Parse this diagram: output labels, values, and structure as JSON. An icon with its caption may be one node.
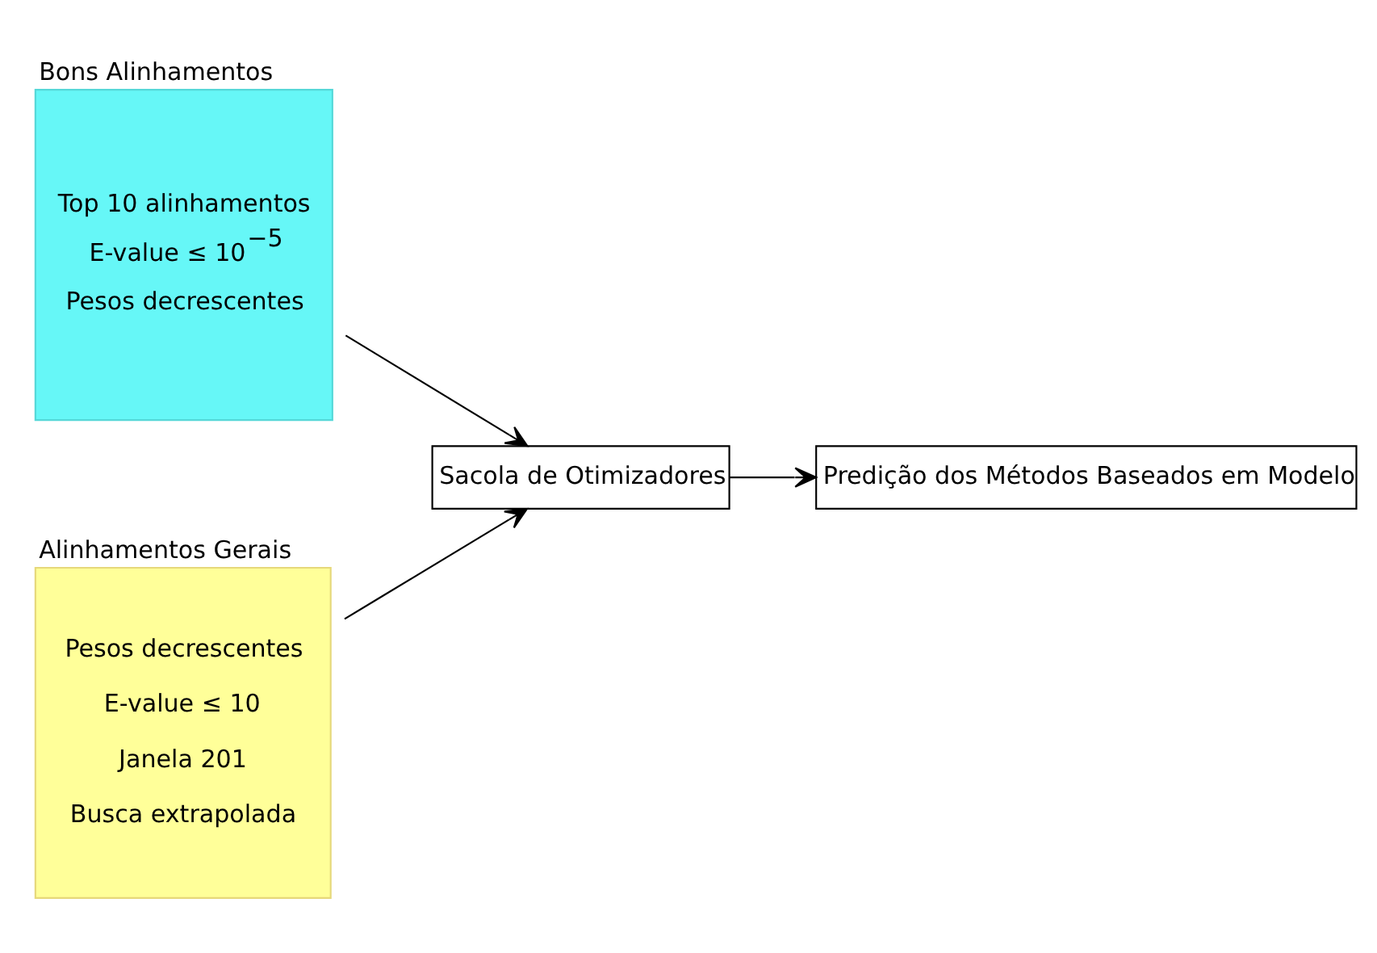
{
  "diagram": {
    "nodes": [
      {
        "text": [
          "Bons Alinhamentos",
          "Top 10 alinhamentos",
          "E-value ≤ 10$^{−5}$",
          "Pesos decrescentes"
        ]
      },
      {
        "text": [
          "Alinhamentos Gerais",
          "Pesos decrescentes",
          "E-value ≤ 10",
          "Janela 201",
          "Busca extrapolada"
        ]
      },
      {
        "text": [
          "Sacola de Otimizadores"
        ]
      },
      {
        "text": [
          "Predição dos Métodos Baseados em Modelo"
        ]
      }
    ],
    "edges": [
      {
        "from": 0,
        "to": 2,
        "arrow": "to"
      },
      {
        "from": 1,
        "to": 2,
        "arrow": "to"
      },
      {
        "from": 2,
        "to": 3,
        "arrow": "to"
      }
    ]
  }
}
